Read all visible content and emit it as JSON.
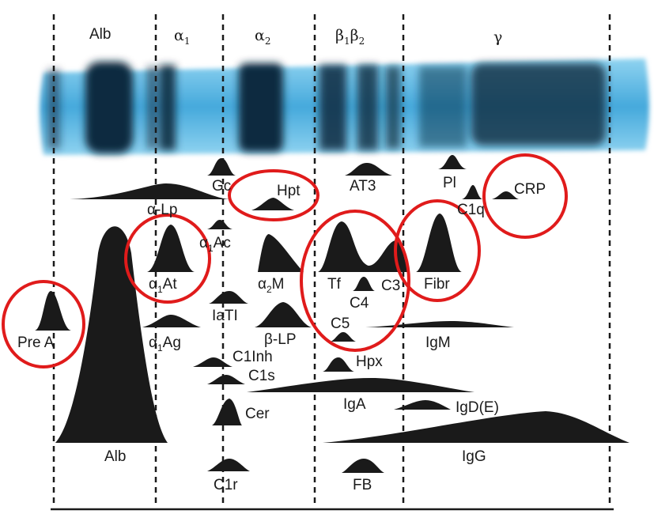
{
  "headers": {
    "alb": "Alb",
    "alpha1": "α",
    "alpha1_sub": "1",
    "alpha2": "α",
    "alpha2_sub": "2",
    "beta": "β",
    "beta1_sub": "1",
    "beta_b": "β",
    "beta2_sub": "2",
    "gamma": "γ"
  },
  "proteins": {
    "gc": "Gc",
    "hpt": "Hpt",
    "at3": "AT3",
    "pl": "Pl",
    "crp": "CRP",
    "c1q": "C1q",
    "alpha_lp": "α-Lp",
    "alpha1ac_prefix": "α",
    "alpha1ac_sub": "1",
    "alpha1ac_name": "Ac",
    "alpha1at_prefix": "α",
    "alpha1at_sub": "1",
    "alpha1at_name": "At",
    "alpha2m_prefix": "α",
    "alpha2m_sub": "2",
    "alpha2m_name": "M",
    "tf": "Tf",
    "c3": "C3",
    "fibr": "Fibr",
    "c4": "C4",
    "iati": "IaTI",
    "c5": "C5",
    "pre_a": "Pre A",
    "alpha1ag_prefix": "α",
    "alpha1ag_sub": "1",
    "alpha1ag_name": "Ag",
    "beta_lp": "β-LP",
    "igm": "IgM",
    "c1inh": "C1Inh",
    "hpx": "Hpx",
    "c1s": "C1s",
    "iga": "IgA",
    "igde": "IgD(E)",
    "cer": "Cer",
    "alb_bottom": "Alb",
    "igg": "IgG",
    "c1r": "C1r",
    "fb": "FB"
  },
  "colors": {
    "gel": "#3aa3d6",
    "band": "#0c2c40",
    "peak": "#1a1a1a",
    "circle": "#e01b1b",
    "divider": "#1a1a1a"
  }
}
